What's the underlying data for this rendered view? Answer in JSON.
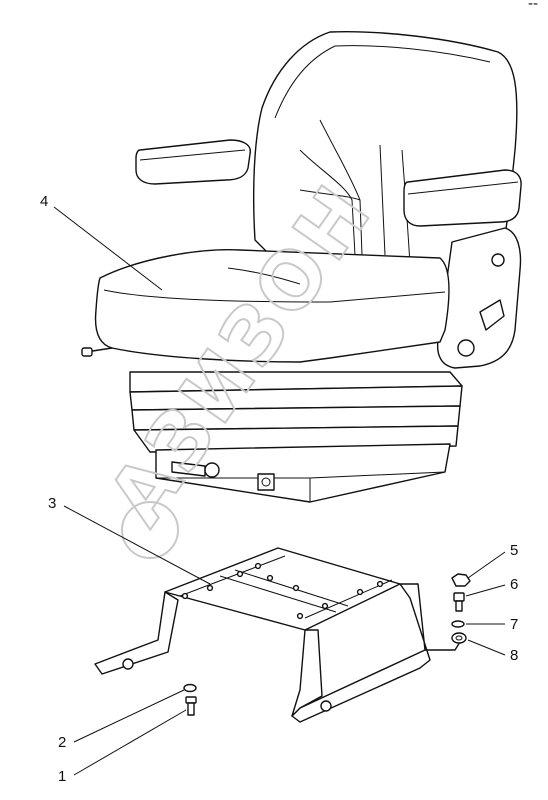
{
  "figure": {
    "corner_mark": "--",
    "watermark_text": "АЗИЗОН",
    "callouts": [
      {
        "id": "callout-4",
        "label": "4"
      },
      {
        "id": "callout-3",
        "label": "3"
      },
      {
        "id": "callout-5",
        "label": "5"
      },
      {
        "id": "callout-6",
        "label": "6"
      },
      {
        "id": "callout-7",
        "label": "7"
      },
      {
        "id": "callout-8",
        "label": "8"
      },
      {
        "id": "callout-2",
        "label": "2"
      },
      {
        "id": "callout-1",
        "label": "1"
      }
    ]
  }
}
